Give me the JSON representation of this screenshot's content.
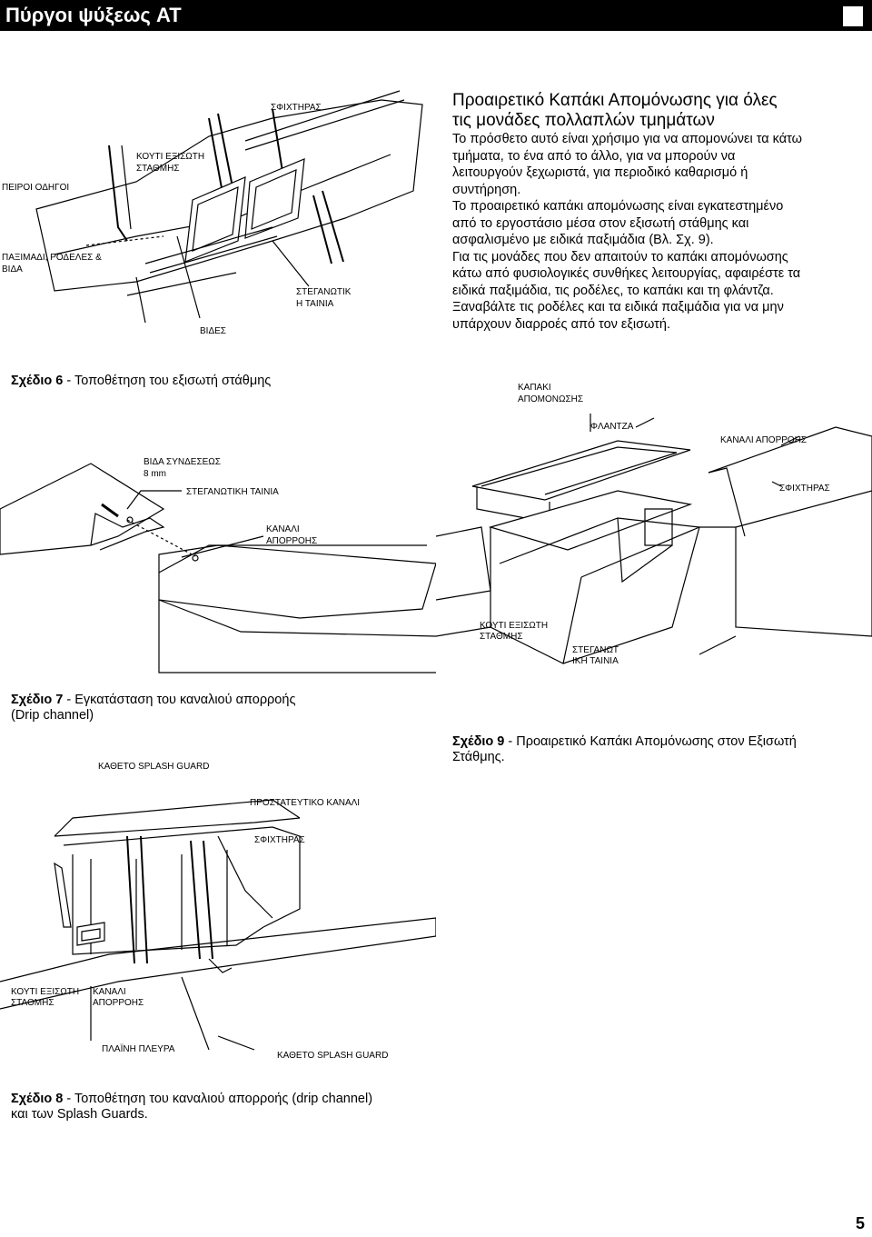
{
  "header": {
    "title": "Πύργοι ψύξεως AT"
  },
  "intro": {
    "heading_line1": "Προαιρετικό Καπάκι Απομόνωσης για όλες",
    "heading_line2": "τις μονάδες πολλαπλών τμημάτων",
    "p1": [
      "Το πρόσθετο αυτό είναι χρήσιμο για να απομονώνει τα κάτω",
      "τμήματα, το ένα από το άλλο, για να μπορούν να",
      "λειτουργούν ξεχωριστά, για περιοδικό καθαρισμό ή",
      "συντήρηση."
    ],
    "p2": [
      "Το προαιρετικό καπάκι απομόνωσης είναι εγκατεστημένο",
      "από το εργοστάσιο μέσα στον εξισωτή στάθμης και",
      "ασφαλισμένο με ειδικά παξιμάδια (Βλ. Σχ. 9)."
    ],
    "p3": [
      "Για τις μονάδες που δεν απαιτούν το καπάκι απομόνωσης",
      "κάτω από φυσιολογικές συνθήκες λειτουργίας, αφαιρέστε τα",
      "ειδικά παξιμάδια, τις ροδέλες, το καπάκι και τη φλάντζα.",
      "Ξαναβάλτε τις ροδέλες και τα ειδικά παξιμάδια για να μην",
      "υπάρχουν διαρροές από τον εξισωτή."
    ]
  },
  "fig6": {
    "labels": {
      "guides": "ΠΕΙΡΟΙ ΟΔΗΓΟΙ",
      "box_line1": "ΚΟΥΤΙ ΕΞΙΣΩΤΗ",
      "box_line2": "ΣΤΑΘΜΗΣ",
      "clamp": "ΣΦΙΧΤΗΡΑΣ",
      "nuts_line1": "ΠΑΞΙΜΑΔΙ, ΡΟΔΕΛΕΣ &",
      "nuts_line2": "ΒΙΔΑ",
      "tape_line1": "ΣΤΕΓΑΝΩΤΙΚ",
      "tape_line2": "Η ΤΑΙΝΙΑ",
      "screws": "ΒΙΔΕΣ"
    },
    "caption_bold": "Σχέδιο 6",
    "caption_text": " - Τοποθέτηση του εξισωτή στάθμης"
  },
  "fig7": {
    "labels": {
      "bolt_line1": "ΒΙΔΑ ΣΥΝΔΕΣΕΩΣ",
      "bolt_line2": "8 mm",
      "tape": "ΣΤΕΓΑΝΩΤΙΚΗ ΤΑΙΝΙΑ",
      "drain_line1": "ΚΑΝΑΛΙ",
      "drain_line2": "ΑΠΟΡΡΟΗΣ"
    },
    "caption_bold": "Σχέδιο 7",
    "caption_text": " - Εγκατάσταση του καναλιού απορροής",
    "caption_line2": "(Drip channel)"
  },
  "fig9": {
    "labels": {
      "cover_line1": "ΚΑΠΑΚΙ",
      "cover_line2": "ΑΠΟΜΟΝΩΣΗΣ",
      "flange": "ΦΛΑΝΤΖΑ",
      "drain": "ΚΑΝΑΛΙ ΑΠΟΡΡΟΗΣ",
      "clamp": "ΣΦΙΧΤΗΡΑΣ",
      "box_line1": "ΚΟΥΤΙ ΕΞΙΣΩΤΗ",
      "box_line2": "ΣΤΑΘΜΗΣ",
      "tape_line1": "ΣΤΕΓΑΝΩΤ",
      "tape_line2": "ΙΚΗ ΤΑΙΝΙΑ"
    },
    "caption_bold": "Σχέδιο 9",
    "caption_text": " - Προαιρετικό Καπάκι Απομόνωσης στον Εξισωτή",
    "caption_line2": "Στάθμης."
  },
  "fig8": {
    "labels": {
      "splash_top": "ΚΑΘΕΤΟ SPLASH GUARD",
      "protective": "ΠΡΟΣΤΑΤΕΥΤΙΚΟ ΚΑΝΑΛΙ",
      "clamp": "ΣΦΙΧΤΗΡΑΣ",
      "box_line1": "ΚΟΥΤΙ ΕΞΙΣΩΤΗ",
      "box_line2": "ΣΤΑΘΜΗΣ",
      "drain_line1": "ΚΑΝΑΛΙ",
      "drain_line2": "ΑΠΟΡΡΟΗΣ",
      "side": "ΠΛΑΪΝΗ ΠΛΕΥΡΑ",
      "splash_bottom": "ΚΑΘΕΤΟ SPLASH GUARD"
    },
    "caption_bold": "Σχέδιο 8",
    "caption_text": " - Τοποθέτηση του καναλιού απορροής (drip channel)",
    "caption_line2": "και των Splash Guards."
  },
  "page_number": "5"
}
